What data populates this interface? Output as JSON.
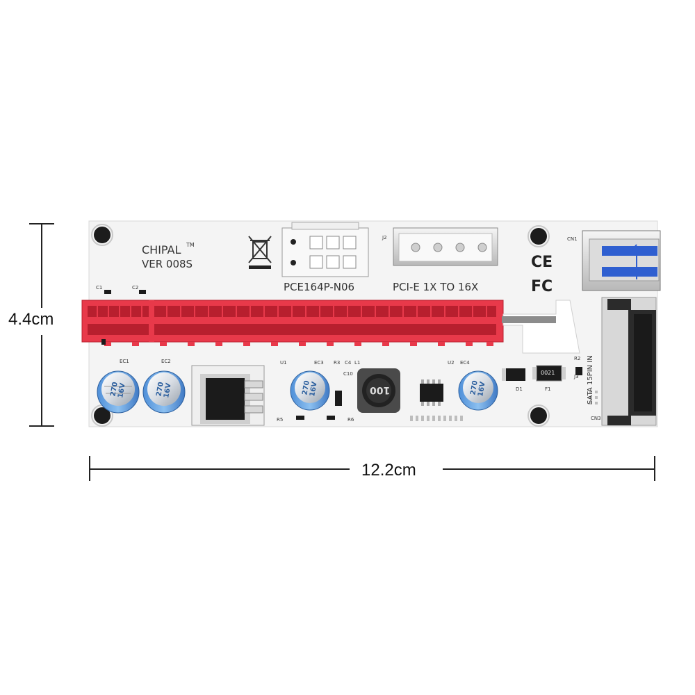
{
  "dimensions": {
    "height_label": "4.4cm",
    "width_label": "12.2cm"
  },
  "board": {
    "brand": "CHIPAL",
    "trademark": "TM",
    "version": "VER 008S",
    "power_label": "PCE164P-N06",
    "adapter_label": "PCI-E 1X TO 16X",
    "sata_label": "SATA 15PIN IN",
    "ce_mark": "CE",
    "fcc_mark": "FC",
    "component_labels": {
      "c1": "C1",
      "c2": "C2",
      "ec1": "EC1",
      "ec2": "EC2",
      "u1": "U1",
      "ec3": "EC3",
      "r3": "R3",
      "c4": "C4",
      "l1": "L1",
      "c10": "C10",
      "r5": "R5",
      "r6": "R6",
      "u2": "U2",
      "ec4": "EC4",
      "d1": "D1",
      "f1": "F1",
      "r2": "R2",
      "j3": "J3",
      "j2": "J2",
      "cn1": "CN1",
      "cn3": "CN3"
    },
    "inductor_marking": "100",
    "fuse_marking": "0021",
    "capacitor_marking": "270 16V"
  },
  "colors": {
    "pcb": "#f4f4f4",
    "slot_red": "#e8394a",
    "slot_dark": "#b81f2e",
    "usb_blue": "#2f5fd0",
    "connector_gray": "#2b2b2b"
  }
}
